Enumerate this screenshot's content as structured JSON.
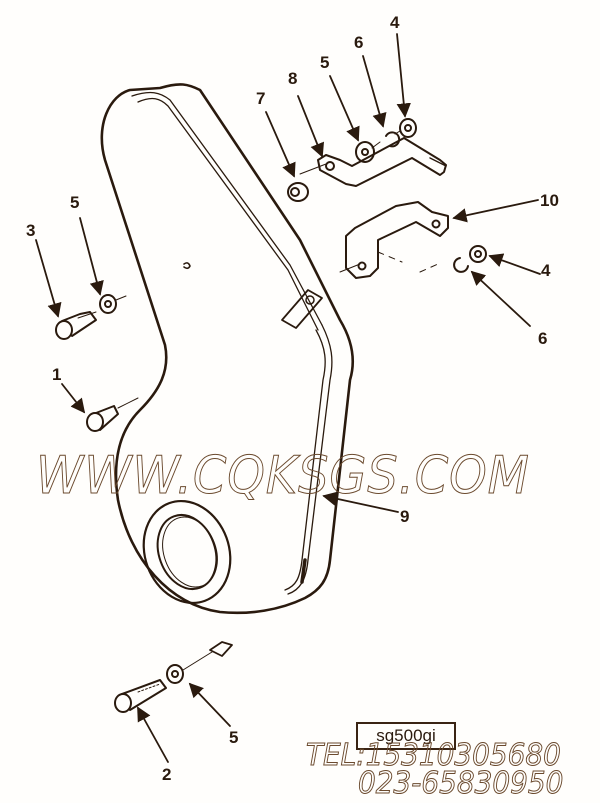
{
  "diagram": {
    "type": "exploded parts diagram",
    "subject": "gear cover / timing belt cover assembly",
    "figure_id": "sg500gi",
    "line_color": "#2a1a0e",
    "background_color": "#fffefc",
    "callouts": [
      {
        "id": "c3-left",
        "label": "3",
        "part": "bolt (upper left)"
      },
      {
        "id": "c5-left",
        "label": "5",
        "part": "washer (upper left)"
      },
      {
        "id": "c1-left",
        "label": "1",
        "part": "screw (left)"
      },
      {
        "id": "c7",
        "label": "7",
        "part": "spacer"
      },
      {
        "id": "c8",
        "label": "8",
        "part": "upper bracket"
      },
      {
        "id": "c5-top",
        "label": "5",
        "part": "washer (top bracket)"
      },
      {
        "id": "c6-top",
        "label": "6",
        "part": "lock washer (top bracket)"
      },
      {
        "id": "c4-top",
        "label": "4",
        "part": "nut (top bracket)"
      },
      {
        "id": "c10",
        "label": "10",
        "part": "lower bracket"
      },
      {
        "id": "c4-right",
        "label": "4",
        "part": "nut (lower bracket)"
      },
      {
        "id": "c6-right",
        "label": "6",
        "part": "lock washer (lower bracket)"
      },
      {
        "id": "c9",
        "label": "9",
        "part": "gasket / seal strip"
      },
      {
        "id": "c2-bottom",
        "label": "2",
        "part": "bolt (bottom)"
      },
      {
        "id": "c5-bottom",
        "label": "5",
        "part": "washer (bottom)"
      }
    ]
  },
  "watermark": {
    "url": "WWW.CQKSGS.COM",
    "tel": "TEL:15310305680",
    "phone": "023-65830950",
    "color": "#6b4a2e"
  }
}
